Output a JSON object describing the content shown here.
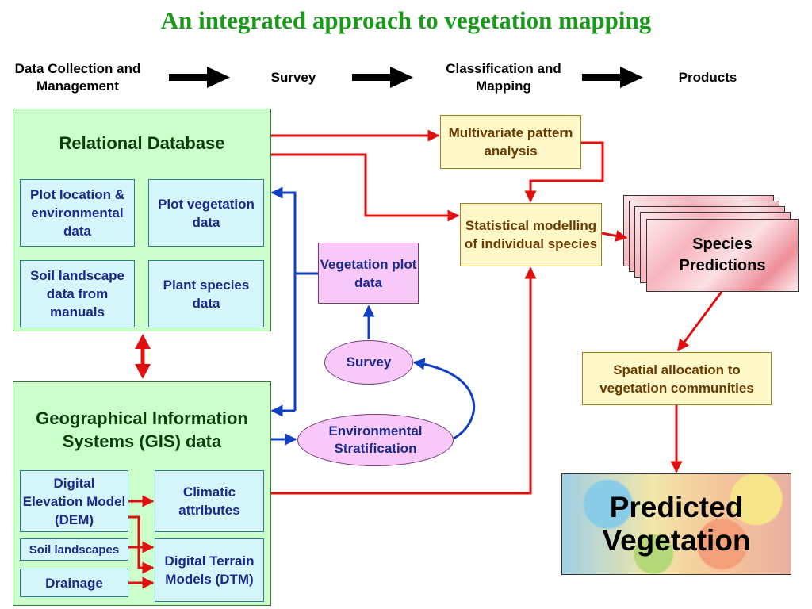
{
  "title": "An integrated approach to vegetation mapping",
  "stages": [
    "Data Collection and Management",
    "Survey",
    "Classification and Mapping",
    "Products"
  ],
  "relational_db": {
    "title": "Relational Database",
    "boxes": [
      "Plot location & environmental data",
      "Plot vegetation data",
      "Soil landscape data from manuals",
      "Plant species data"
    ]
  },
  "gis": {
    "title": "Geographical Information Systems (GIS) data",
    "dem": "Digital Elevation Model (DEM)",
    "climatic": "Climatic attributes",
    "soil": "Soil landscapes",
    "dtm": "Digital Terrain Models (DTM)",
    "drainage": "Drainage"
  },
  "survey_nodes": {
    "vegetation_plot": "Vegetation plot data",
    "survey": "Survey",
    "stratification": "Environmental Stratification"
  },
  "classification": {
    "multivariate": "Multivariate pattern analysis",
    "statistical": "Statistical modelling of individual species"
  },
  "products": {
    "species": "Species Predictions",
    "spatial": "Spatial allocation to vegetation communities",
    "predicted": "Predicted Vegetation"
  },
  "colors": {
    "title": "#1a9a1a",
    "panel_fill": "#ccffcc",
    "data_box_fill": "#d4f6fb",
    "process_fill": "#fff8c8",
    "survey_fill": "#f8c8f8",
    "red_arrow": "#e01010",
    "blue_arrow": "#1040c0"
  }
}
